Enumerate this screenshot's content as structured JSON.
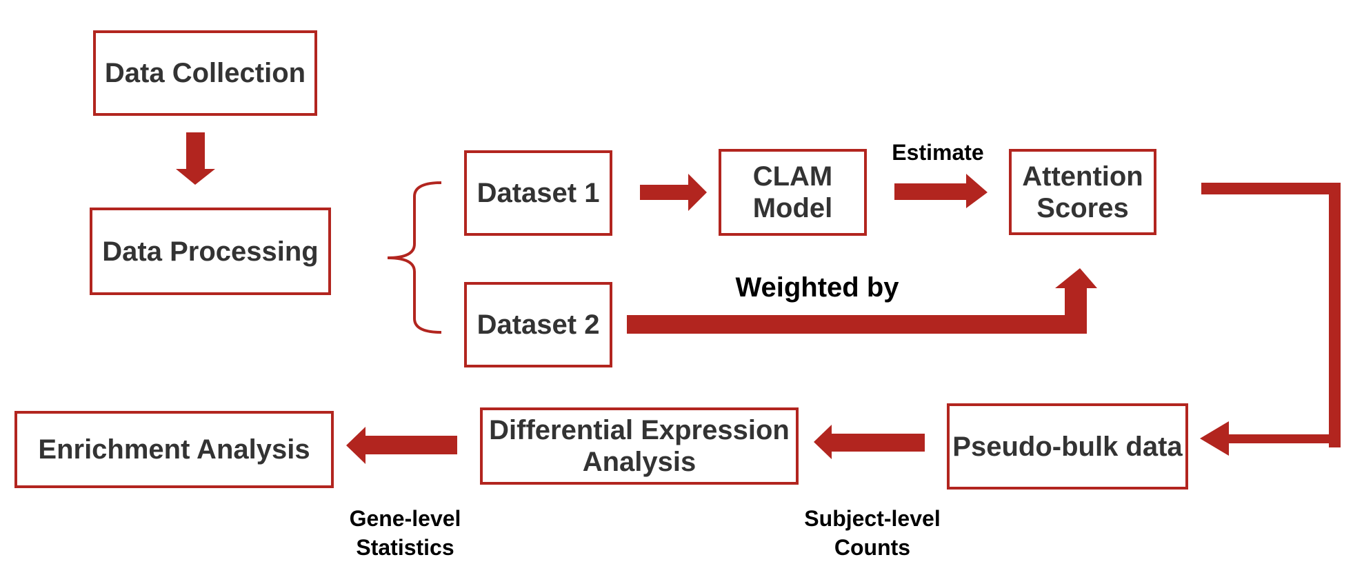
{
  "nodes": {
    "data_collection": "Data Collection",
    "data_processing": "Data Processing",
    "dataset1": "Dataset 1",
    "dataset2": "Dataset 2",
    "clam_model": "CLAM\nModel",
    "attention_scores": "Attention\nScores",
    "pseudo_bulk": "Pseudo-bulk data",
    "diff_expr": "Differential Expression\nAnalysis",
    "enrichment": "Enrichment Analysis"
  },
  "edge_labels": {
    "estimate": "Estimate",
    "weighted_by": "Weighted by",
    "subject_level": "Subject-level\nCounts",
    "gene_level": "Gene-level\nStatistics"
  },
  "colors": {
    "accent": "#b2251f",
    "node_text": "#333333",
    "label_text": "#000000"
  }
}
